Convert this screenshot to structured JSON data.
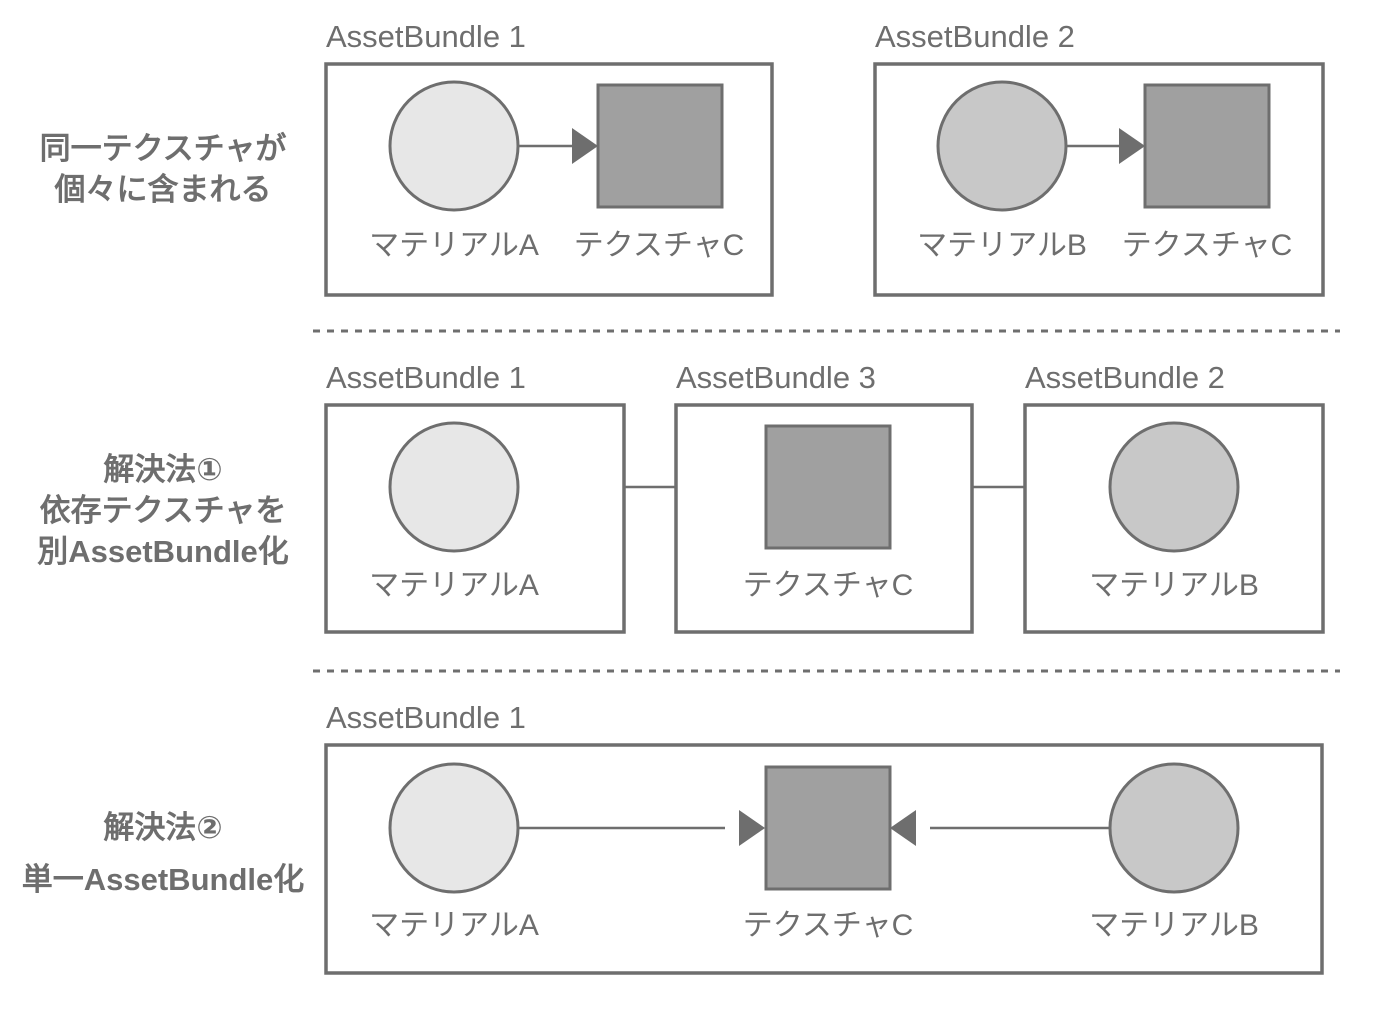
{
  "diagram": {
    "title": "AssetBundle dependency diagram",
    "colors": {
      "stroke": "#6e6e6e",
      "material_light_fill": "#e7e7e7",
      "material_dark_fill": "#c8c8c8",
      "texture_fill": "#a0a0a0",
      "background": "#ffffff"
    },
    "rows": [
      {
        "id": "problem",
        "label_lines": [
          "同一テクスチャが",
          "個々に含まれる"
        ],
        "bundles": [
          {
            "title": "AssetBundle 1",
            "nodes": [
              {
                "kind": "material",
                "label": "マテリアルA",
                "shape": "circle",
                "tone": "light"
              },
              {
                "kind": "texture",
                "label": "テクスチャC",
                "shape": "square",
                "tone": "dark"
              }
            ],
            "edges": [
              {
                "from": "マテリアルA",
                "to": "テクスチャC",
                "direction": "right"
              }
            ]
          },
          {
            "title": "AssetBundle 2",
            "nodes": [
              {
                "kind": "material",
                "label": "マテリアルB",
                "shape": "circle",
                "tone": "mid"
              },
              {
                "kind": "texture",
                "label": "テクスチャC",
                "shape": "square",
                "tone": "dark"
              }
            ],
            "edges": [
              {
                "from": "マテリアルB",
                "to": "テクスチャC",
                "direction": "right"
              }
            ]
          }
        ]
      },
      {
        "id": "solution-1",
        "label_lines": [
          "解決法①",
          "依存テクスチャを",
          "別AssetBundle化"
        ],
        "bundles": [
          {
            "title": "AssetBundle 1",
            "nodes": [
              {
                "kind": "material",
                "label": "マテリアルA",
                "shape": "circle",
                "tone": "light"
              }
            ],
            "edges": []
          },
          {
            "title": "AssetBundle 3",
            "nodes": [
              {
                "kind": "texture",
                "label": "テクスチャC",
                "shape": "square",
                "tone": "dark"
              }
            ],
            "edges": []
          },
          {
            "title": "AssetBundle 2",
            "nodes": [
              {
                "kind": "material",
                "label": "マテリアルB",
                "shape": "circle",
                "tone": "mid"
              }
            ],
            "edges": []
          }
        ],
        "cross_edges": [
          {
            "from": "マテリアルA",
            "to": "テクスチャC",
            "direction": "right"
          },
          {
            "from": "マテリアルB",
            "to": "テクスチャC",
            "direction": "left"
          }
        ]
      },
      {
        "id": "solution-2",
        "label_lines": [
          "解決法②",
          "単一AssetBundle化"
        ],
        "bundles": [
          {
            "title": "AssetBundle 1",
            "nodes": [
              {
                "kind": "material",
                "label": "マテリアルA",
                "shape": "circle",
                "tone": "light"
              },
              {
                "kind": "texture",
                "label": "テクスチャC",
                "shape": "square",
                "tone": "dark"
              },
              {
                "kind": "material",
                "label": "マテリアルB",
                "shape": "circle",
                "tone": "mid"
              }
            ],
            "edges": [
              {
                "from": "マテリアルA",
                "to": "テクスチャC",
                "direction": "right"
              },
              {
                "from": "マテリアルB",
                "to": "テクスチャC",
                "direction": "left"
              }
            ]
          }
        ]
      }
    ],
    "dividers": 2
  }
}
